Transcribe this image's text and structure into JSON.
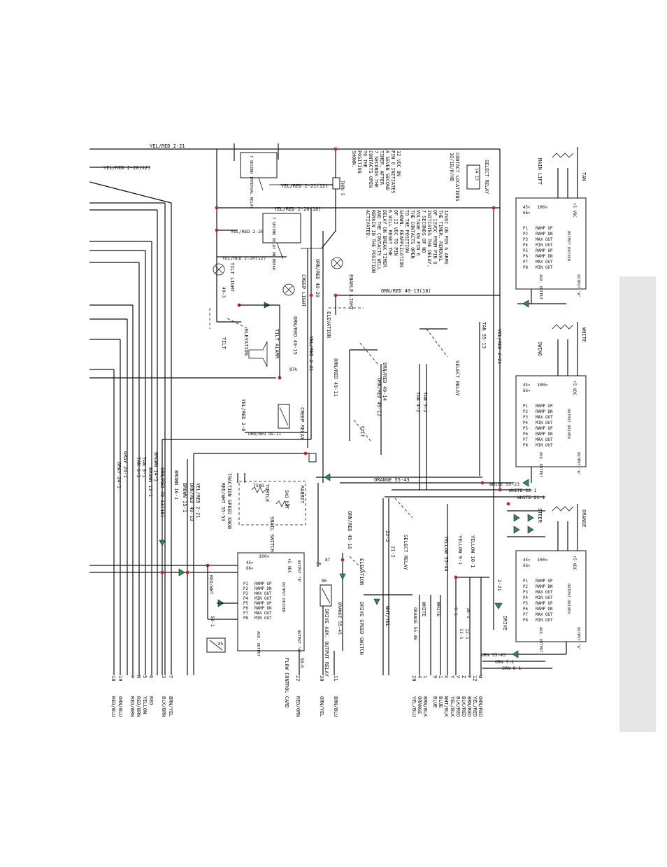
{
  "colors": {
    "ink": "#111111",
    "junction": "#c4262e",
    "diode": "#2e8b57",
    "side_tab": "#e6e6e6"
  },
  "top_wires": {
    "w1": "YEL/RED 2-21",
    "w2": "YEL/RED 2-20(12)",
    "w3": "YEL/RED 2-21(12)",
    "w4": "YEL/RED 2-20(18)",
    "w5": "YEL/RED 2-20",
    "w6": "YEL/RED 2-20(12)"
  },
  "timers": {
    "t1": "7 SECOND INTERVAL RELAY",
    "t2": "7 SECOND DELAY ON BREAK"
  },
  "notes": {
    "note1": [
      "12 VDC ON",
      "PIN 6 INITIATES",
      "A SEVEN SECOND",
      "TIMER. AFTER",
      "7 SECONDS THE",
      "CONTACTS OPEN",
      "TO THE",
      "POSITION",
      "SHOWN."
    ],
    "note2": [
      "12VDC ON PIN 6 ARMS",
      "THE TIMER. REMOVAL",
      "OF 12VDC FROM PIN 6",
      "INITIATES THE DELAY.",
      "7 SECONDS OF NO",
      "VOLTAGE ON PIN 6",
      "THE CONTACTS OPEN",
      "TO THE POSITION",
      "SHOWN. REAPPLICATION",
      "OF 12 VDC TO PIN",
      "6 WILL RESET THE",
      "DELAY ON BREAK TIMER",
      "AND THE CONTACTS WILL",
      "REMAIN IN THE POSITION",
      "ACTIVATED."
    ],
    "contact_locations": [
      "CONTACT LOCATIONS",
      "1G/1B/H/HB"
    ],
    "select_relay": "SELECT RELAY",
    "select_relay_pins": "14 13",
    "thru": "THRU 5"
  },
  "lights": {
    "tilt_light": "TILT LIGHT",
    "creep_light": "CREEP LIGHT",
    "enable_light": "ENABLE LIGHT",
    "tilt_wire": "49-3"
  },
  "center_labels": {
    "orn_red_49_20": "ORN/RED 49-20",
    "orn_red_49_13": "ORN/RED 49-13(18)",
    "tilt": "TILT",
    "elevation": "ELEVATION",
    "tilt_alarm": "TILT ALARM",
    "orn_red_49_15": "ORN/RED 49-15",
    "yel_red_2_21": "YEL/RED 2-21",
    "tan_55_13": "TAN 55-13",
    "yel_red_2_21b": "YEL/RED 2-21",
    "select_relay2": "SELECT RELAY",
    "orn_red_49_11": "ORN/RED 49-11",
    "orn_red_49_14": "ORN/RED 49-14",
    "orn_red_49_12": "ORN/RED 49-12",
    "tan_3_2": "TAN 3-2",
    "tan_4_2": "TAN 4-2",
    "yel_red_2_8": "YEL/RED 2-8",
    "creep_relay": "CREEP RELAY",
    "orn_red_49_11b": "ORN/RED 49-11",
    "tilt2": "TILT",
    "elevation2": "ELEVATION",
    "orange_55_43": "ORANGE 55-43",
    "white_55_23": "WHITE 55-23",
    "white_22_1": "WHITE 22-1",
    "white_21_1": "WHITE 21-1",
    "pot_750": "750Ω",
    "pot_5k": "5KΩ POT",
    "turtle": "TURTLE",
    "rabbit": "RABBIT",
    "snail_switch": "SNAIL SWITCH",
    "traction_knob": "TRACTION SPEED KNOB",
    "red_wht_55_53": "RED/WHT 55-53",
    "select_relay3": "SELECT RELAY",
    "yellow_9_1": "YELLOW 9-1",
    "yellow_10_1": "YELLOW 10-1",
    "yellow_55_44": "YELLOW 55-44",
    "w22_2": "22-2",
    "w21_2": "21-2",
    "drive": "DRIVE",
    "white_a": "WHITE",
    "white_b": "WHITE",
    "orange_55_46": "ORANGE 55-46",
    "orange_55_45": "ORANGE 55-45",
    "drive_speed_switch": "DRIVE SPEED SWITCH",
    "wht_yel": "WHT/YEL",
    "orn_red_49_16": "ORN/RED 49-16",
    "elevation3": "ELEVATION",
    "drive_aux_relay": "DRIVE AUX. OUTPUT RELAY",
    "flow_control_card": "FLOW CONTROL CARD",
    "red_wht": "RED/WHT",
    "w50_1": "50-1",
    "w50_6": "50-6",
    "w30": "30",
    "w87": "87",
    "w85": "85",
    "w86": "86",
    "w87a": "87A",
    "orn_55_43": "ORN 55-43",
    "orn_7_1": "ORN 7-1",
    "orn_8_1": "ORN 8-1",
    "w9_1": "9-1",
    "w10_1": "10-1",
    "w11_1": "11-1",
    "w12_1": "12-1",
    "w2_21": "2-21",
    "steer": "STEER",
    "orange_top": "ORANGE"
  },
  "left_wires": [
    "GRAY 24-1",
    "GRAY 23-1",
    "TAN 6-1",
    "TAN 5-1",
    "BROWN 13-1",
    "BROWN 14-1",
    "ORN/RED 49-13(18)",
    "BROWN 16-1",
    "BROWN 15-1",
    "YEL/RED 2-21",
    "ORN/RED 49-18"
  ],
  "cards": {
    "card_title": "100«",
    "pins_left": [
      "P1",
      "P2",
      "P3",
      "P4",
      "P5",
      "P6",
      "P7",
      "P8"
    ],
    "functions": [
      "RAMP UP",
      "RAMP DN",
      "MAX OUT",
      "MIN OUT",
      "RAMP UP",
      "RAMP DN",
      "MAX OUT",
      "MIN OUT"
    ],
    "vdc": "+5 VDC",
    "ohm_a": "45«",
    "ohm_b": "66«",
    "output_driver": "OUTPUT DRIVER",
    "aux_output": "AUX. OUTPUT",
    "output_a": "OUTPUT \"A\"",
    "output_b": "OUTPUT \"B\""
  },
  "pots": {
    "main_lift": "MAIN LIFT",
    "swing": "SWING",
    "tan": "TAN",
    "white": "WHITE"
  },
  "connectors_bottom_left": [
    {
      "pin": "18",
      "color": "RED/BLU"
    },
    {
      "pin": "19",
      "color": "ORN/BLU"
    },
    {
      "pin": "P",
      "color": "RED/BRN"
    },
    {
      "pin": "M",
      "color": "RED/BRN"
    },
    {
      "pin": "5",
      "color": "YELLOW"
    },
    {
      "pin": "6",
      "color": "RED"
    },
    {
      "pin": "3",
      "color": "BLK/BRN"
    },
    {
      "pin": "7",
      "color": "BRN/YEL"
    }
  ],
  "connectors_bottom_mid": [
    {
      "pin": "22",
      "color": "RED/ORN"
    },
    {
      "pin": "30",
      "color": "ORN/YEL"
    },
    {
      "pin": "11",
      "color": "BRN/BLU"
    }
  ],
  "connectors_bottom_right": [
    {
      "pin": "20",
      "color": "YEL/BLU"
    },
    {
      "pin": "4",
      "color": "ORANGE"
    },
    {
      "pin": "1",
      "color": "BRN/BLK"
    },
    {
      "pin": "9",
      "color": "BLUE"
    },
    {
      "pin": "1",
      "color": "BLUE"
    },
    {
      "pin": "X",
      "color": "WHT/BLK"
    },
    {
      "pin": "Y",
      "color": "YEL/BLK"
    },
    {
      "pin": "V",
      "color": "BLK/RED"
    },
    {
      "pin": "Z",
      "color": "BLK/RED"
    },
    {
      "pin": "F",
      "color": "BRN/RED"
    },
    {
      "pin": "12",
      "color": "YEL/RED"
    },
    {
      "pin": "W",
      "color": "ORN/RED"
    }
  ]
}
